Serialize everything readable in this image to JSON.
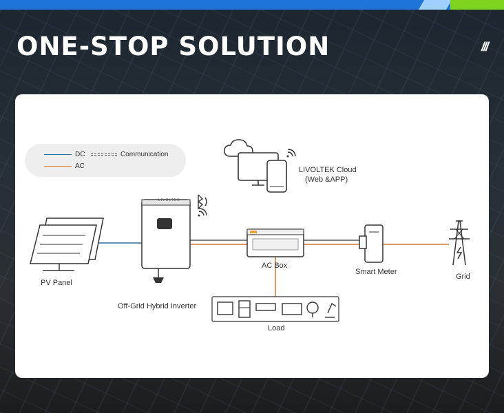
{
  "header": {
    "title": "ONE-STOP SOLUTION",
    "decoration": "///"
  },
  "legend": {
    "dc": "DC",
    "ac": "AC",
    "communication": "Communication"
  },
  "colors": {
    "dc": "#2a6f9b",
    "ac": "#d9772b",
    "brand_blue": "#1f74d8",
    "brand_green": "#7ed321"
  },
  "nodes": {
    "cloud": "LIVOLTEK Cloud",
    "cloud_sub": "(Web &APP)",
    "inverter_brand": "LIVOLTEK",
    "pv": "PV Panel",
    "inverter": "Off-Grid Hybrid Inverter",
    "acbox": "AC Box",
    "meter": "Smart Meter",
    "grid": "Grid",
    "load": "Load"
  }
}
